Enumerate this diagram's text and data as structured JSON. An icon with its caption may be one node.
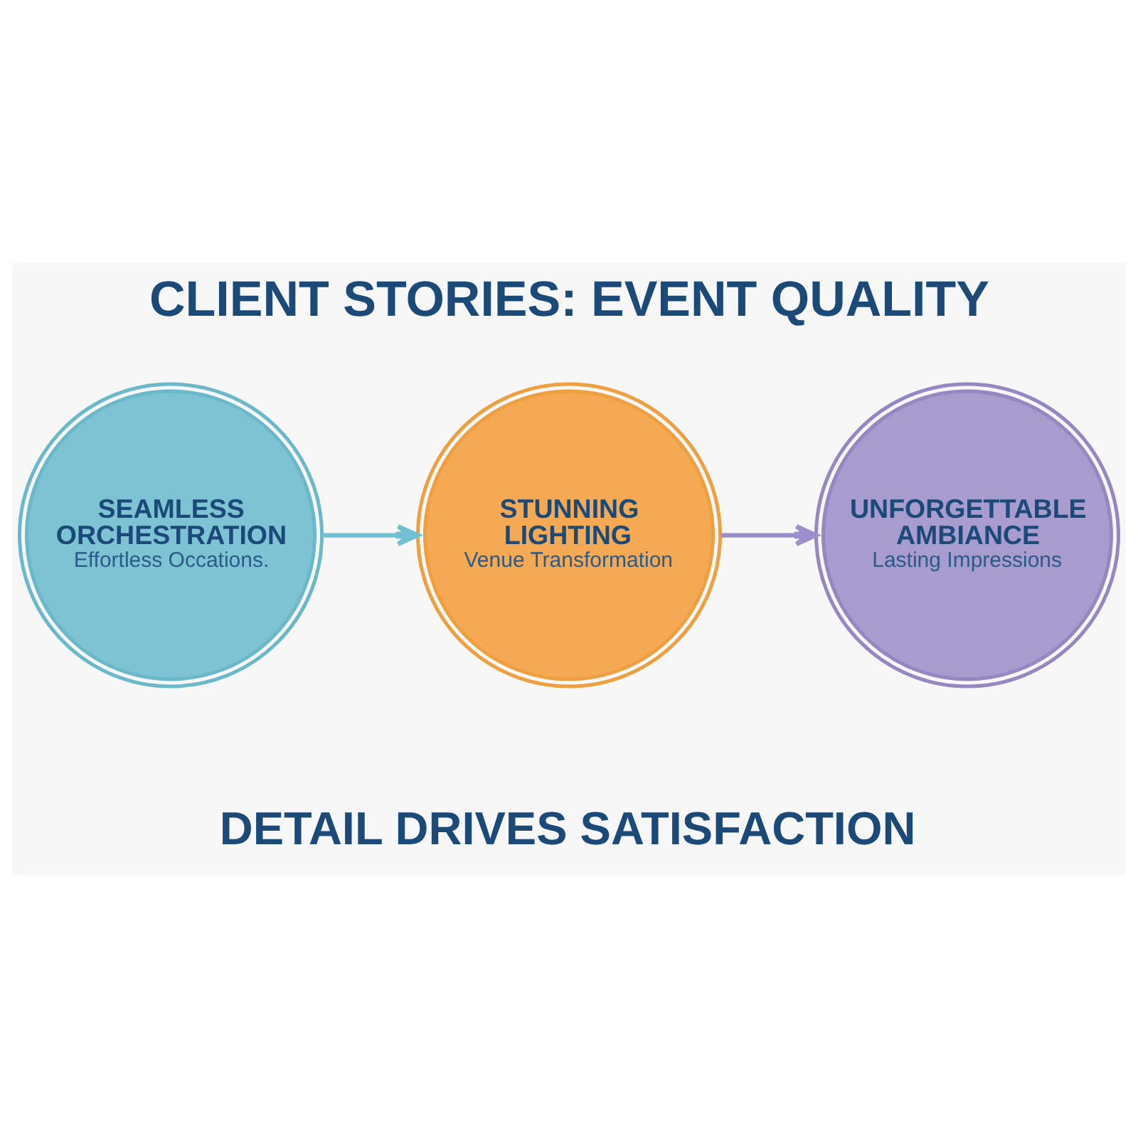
{
  "diagram": {
    "title": "CLIENT STORIES: EVENT QUALITY",
    "caption": "DETAIL DRIVES SATISFACTION",
    "nodes": [
      {
        "text": [
          "SEAMLESS ORCHESTRATION",
          "Effortless Occations."
        ]
      },
      {
        "text": [
          "STUNNING LIGHTING",
          "Venue Transformation"
        ]
      },
      {
        "text": [
          "UNFORGETTABLE AMBIANCE",
          "Lasting Impressions"
        ]
      }
    ],
    "edges": [
      {
        "from": 0,
        "to": 1,
        "arrow": "to",
        "color": "#6fc0d2"
      },
      {
        "from": 1,
        "to": 2,
        "arrow": "to",
        "color": "#9b8fcc"
      }
    ]
  }
}
